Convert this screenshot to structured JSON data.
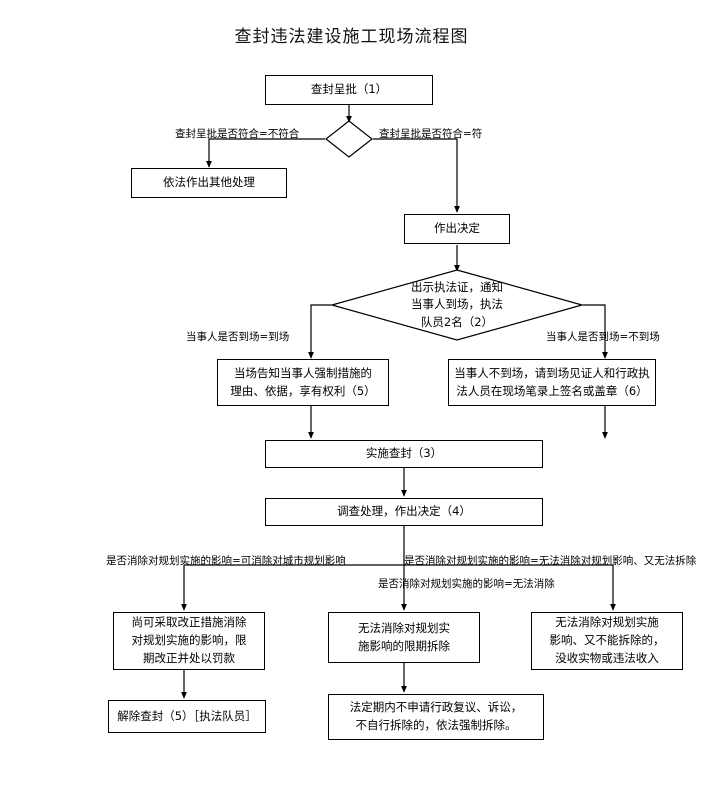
{
  "diagram": {
    "title": "查封违法建设施工现场流程图",
    "type": "flowchart",
    "nodes": [
      {
        "id": "n1",
        "shape": "process",
        "text": "查封呈批（1）"
      },
      {
        "id": "d1",
        "shape": "decision",
        "text": ""
      },
      {
        "id": "n2",
        "shape": "process",
        "text": "依法作出其他处理"
      },
      {
        "id": "n3",
        "shape": "process",
        "text": "作出决定"
      },
      {
        "id": "d2",
        "shape": "decision",
        "text": "出示执法证，通知\n当事人到场，执法\n队员2名（2）"
      },
      {
        "id": "n4",
        "shape": "process",
        "text": "当场告知当事人强制措施的\n理由、依据，享有权利（5）"
      },
      {
        "id": "n5",
        "shape": "process",
        "text": "当事人不到场，请到场见证人和行政执\n法人员在现场笔录上签名或盖章（6）"
      },
      {
        "id": "n6",
        "shape": "process",
        "text": "实施查封（3）"
      },
      {
        "id": "n7",
        "shape": "process",
        "text": "调查处理，作出决定（4）"
      },
      {
        "id": "n8",
        "shape": "process",
        "text": "尚可采取改正措施消除\n对规划实施的影响，限\n期改正并处以罚款"
      },
      {
        "id": "n9",
        "shape": "process",
        "text": "无法消除对规划实\n施影响的限期拆除"
      },
      {
        "id": "n10",
        "shape": "process",
        "text": "无法消除对规划实施\n影响、又不能拆除的，\n没收实物或违法收入"
      },
      {
        "id": "n11",
        "shape": "process",
        "text": "解除查封（5）［执法队员］"
      },
      {
        "id": "n12",
        "shape": "process",
        "text": "法定期内不申请行政复议、诉讼，\n不自行拆除的，依法强制拆除。"
      }
    ],
    "edge_labels": [
      {
        "id": "e1",
        "text": "查封呈批是否符合=不符合"
      },
      {
        "id": "e2",
        "text": "查封呈批是否符合=符"
      },
      {
        "id": "e3",
        "text": "当事人是否到场=到场"
      },
      {
        "id": "e4",
        "text": "当事人是否到场=不到场"
      },
      {
        "id": "e5",
        "text": "是否消除对规划实施的影响=可消除对城市规划影响"
      },
      {
        "id": "e6",
        "text": "是否消除对规划实施的影响=无法消除对规划影响、又无法拆除"
      },
      {
        "id": "e7",
        "text": "是否消除对规划实施的影响=无法消除"
      }
    ],
    "colors": {
      "line": "#000000",
      "box_fill": "#ffffff",
      "text": "#000000",
      "background": "#ffffff"
    }
  }
}
